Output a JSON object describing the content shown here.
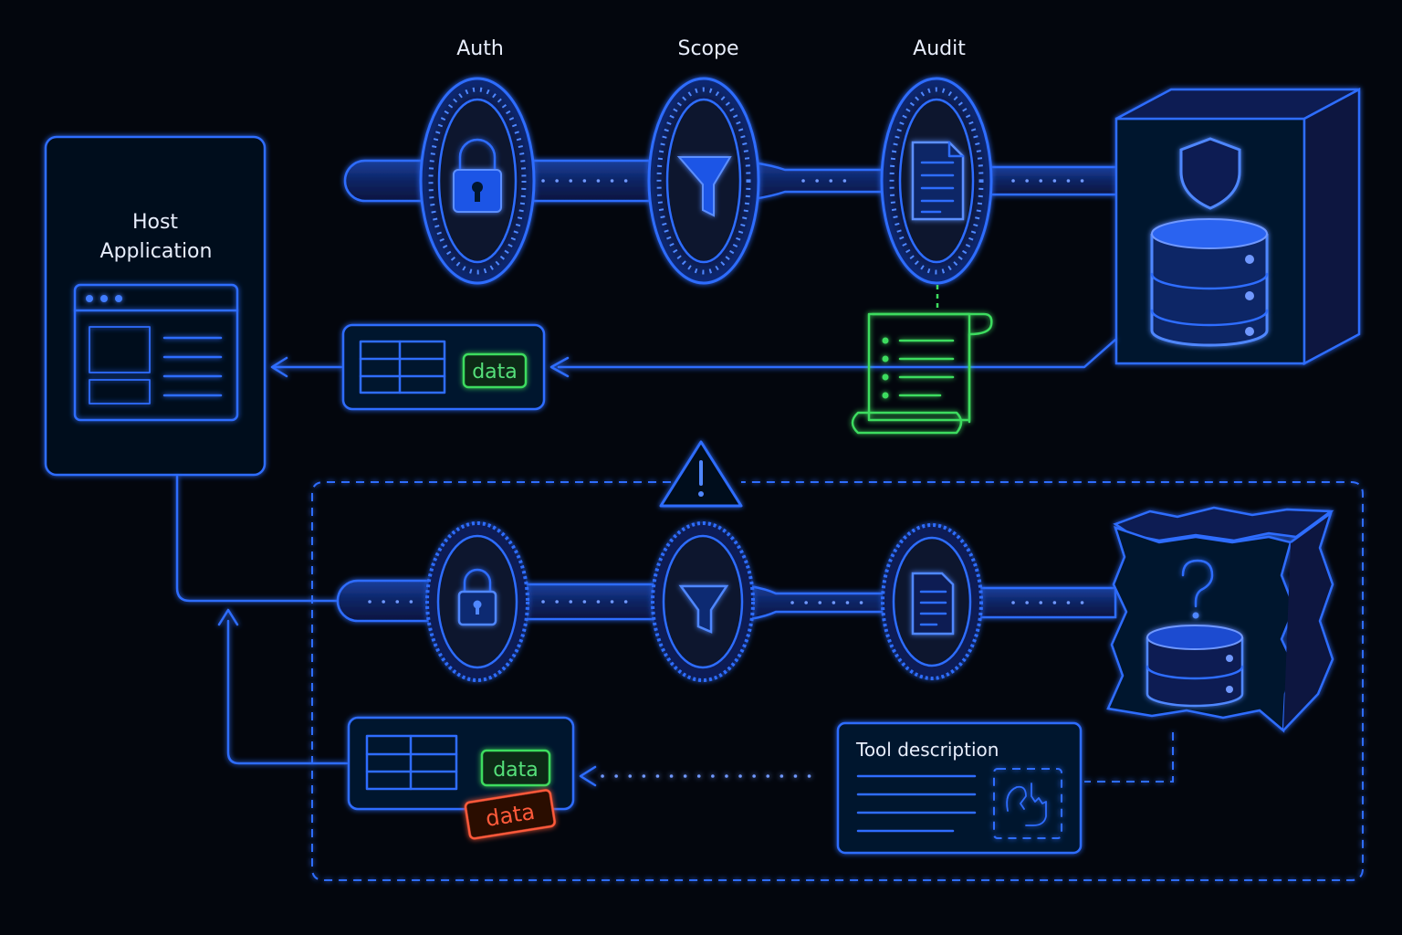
{
  "gates": {
    "auth_label": "Auth",
    "scope_label": "Scope",
    "audit_label": "Audit"
  },
  "host": {
    "title_line1": "Host",
    "title_line2": "Application"
  },
  "top_flow": {
    "returned_data_label": "data"
  },
  "bottom_flow": {
    "returned_data_label": "data",
    "injected_data_label": "data",
    "tool_description_title": "Tool description"
  },
  "icons": {
    "auth": "padlock-icon",
    "scope": "funnel-icon",
    "audit": "document-icon",
    "server_shield": "shield-icon",
    "database": "database-icon",
    "audit_log": "scroll-icon",
    "warning": "warning-triangle-icon",
    "unknown": "question-mark-icon",
    "hidden_instruction": "hidden-instruction-icon"
  },
  "colors": {
    "background": "#03060d",
    "accent_blue": "#2f6dff",
    "safe_green": "#3ddc5f",
    "danger_red": "#ff5a3a",
    "text": "#e8eefc"
  }
}
